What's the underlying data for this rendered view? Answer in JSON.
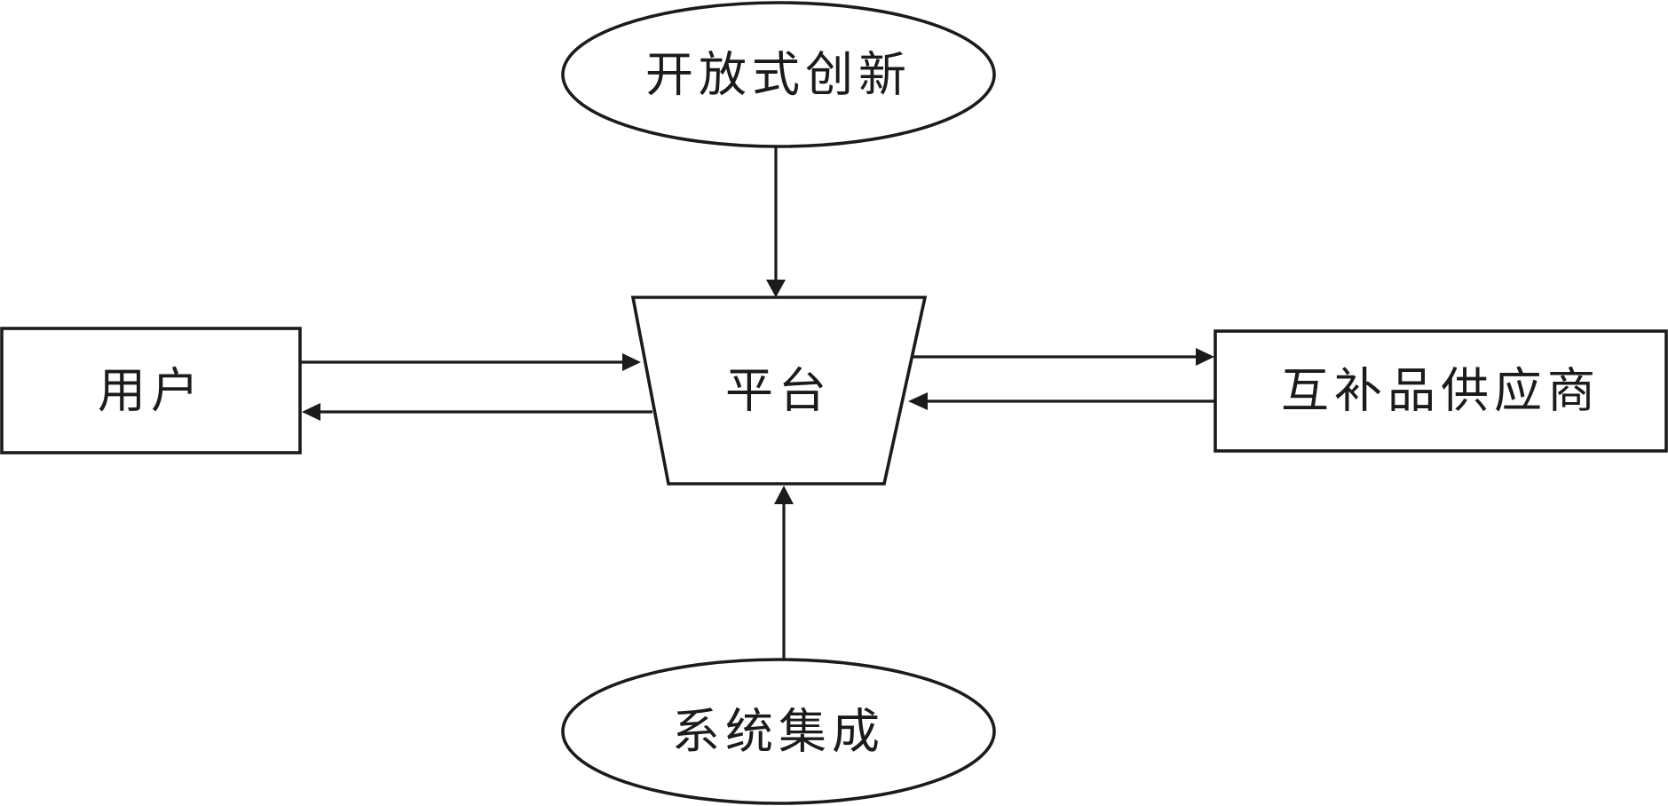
{
  "diagram": {
    "nodes": {
      "open_innovation": {
        "label": "开放式创新",
        "shape": "ellipse"
      },
      "platform": {
        "label": "平台",
        "shape": "trapezoid"
      },
      "users": {
        "label": "用户",
        "shape": "rectangle"
      },
      "complement_suppliers": {
        "label": "互补品供应商",
        "shape": "rectangle"
      },
      "system_integration": {
        "label": "系统集成",
        "shape": "ellipse"
      }
    },
    "edges": [
      {
        "from": "开放式创新",
        "to": "平台"
      },
      {
        "from": "用户",
        "to": "平台"
      },
      {
        "from": "平台",
        "to": "用户"
      },
      {
        "from": "平台",
        "to": "互补品供应商"
      },
      {
        "from": "互补品供应商",
        "to": "平台"
      },
      {
        "from": "系统集成",
        "to": "平台"
      }
    ],
    "colors": {
      "stroke": "#1b1b1b",
      "fill": "#ffffff"
    }
  }
}
